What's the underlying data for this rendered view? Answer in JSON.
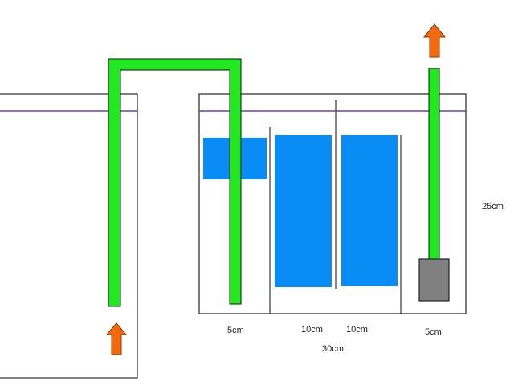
{
  "colors": {
    "tank_outline": "#333333",
    "water_line": "#6a3fb5",
    "pipe": "#22e822",
    "pipe_outline": "#111111",
    "filter_media": "#0a8cf5",
    "flow_arrow": "#f26a10",
    "pump": "#808080",
    "baffle": "#444444"
  },
  "icons": {
    "flow_arrow": "up-arrow-icon",
    "pump": "pump-block"
  },
  "labels": {
    "section_1": "5cm",
    "section_2": "10cm",
    "section_3": "10cm",
    "section_4": "5cm",
    "total_width": "30cm",
    "height": "25cm"
  }
}
